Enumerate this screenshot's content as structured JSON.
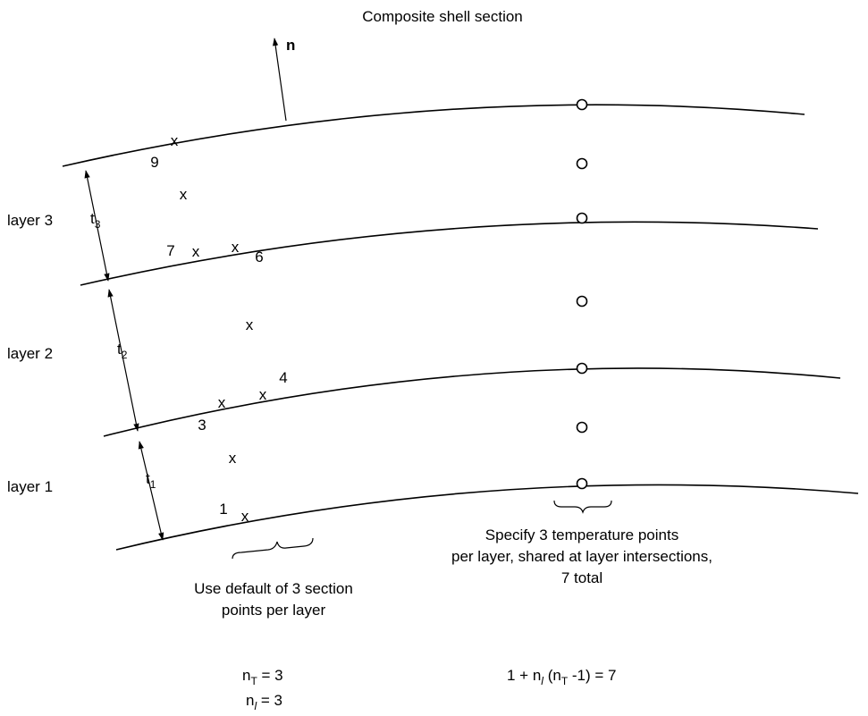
{
  "title": "Composite shell section",
  "normal_label": "n",
  "layers": [
    "layer 1",
    "layer 2",
    "layer 3"
  ],
  "thickness": [
    {
      "base": "t",
      "sub": "1"
    },
    {
      "base": "t",
      "sub": "2"
    },
    {
      "base": "t",
      "sub": "3"
    }
  ],
  "section_point_numbers": [
    "1",
    "3",
    "4",
    "6",
    "7",
    "9"
  ],
  "section_point_mark": "x",
  "caption_section_points": [
    "Use default of 3 section",
    "points per layer"
  ],
  "caption_temperature_points": [
    "Specify 3 temperature points",
    "per layer, shared at layer intersections,",
    "7 total"
  ],
  "formula_nt": {
    "base": "n",
    "sub": "T",
    "rest": " = 3"
  },
  "formula_nl": {
    "base": "n",
    "sub": "l",
    "rest": " = 3"
  },
  "formula_total": {
    "a": "1 + n",
    "sub1": "l",
    "b": " (n",
    "sub2": "T",
    "c": " -1) = 7"
  }
}
